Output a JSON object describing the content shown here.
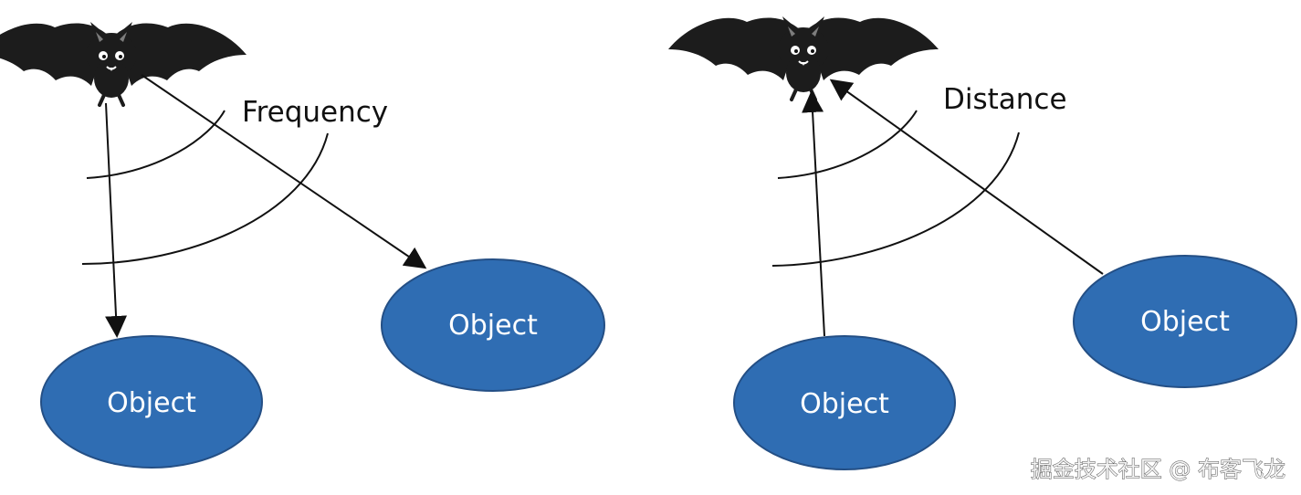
{
  "colors": {
    "object_fill": "#2f6db3",
    "object_stroke": "#244f85",
    "line": "#111111",
    "bat": "#1c1c1c",
    "bat_highlight": "#7d7d7d"
  },
  "left_panel": {
    "label": "Frequency",
    "objects": [
      {
        "label": "Object"
      },
      {
        "label": "Object"
      }
    ]
  },
  "right_panel": {
    "label": "Distance",
    "objects": [
      {
        "label": "Object"
      },
      {
        "label": "Object"
      }
    ]
  },
  "icons": [
    "bat-icon",
    "bat-icon"
  ],
  "watermark": "掘金技术社区 @ 布客飞龙"
}
